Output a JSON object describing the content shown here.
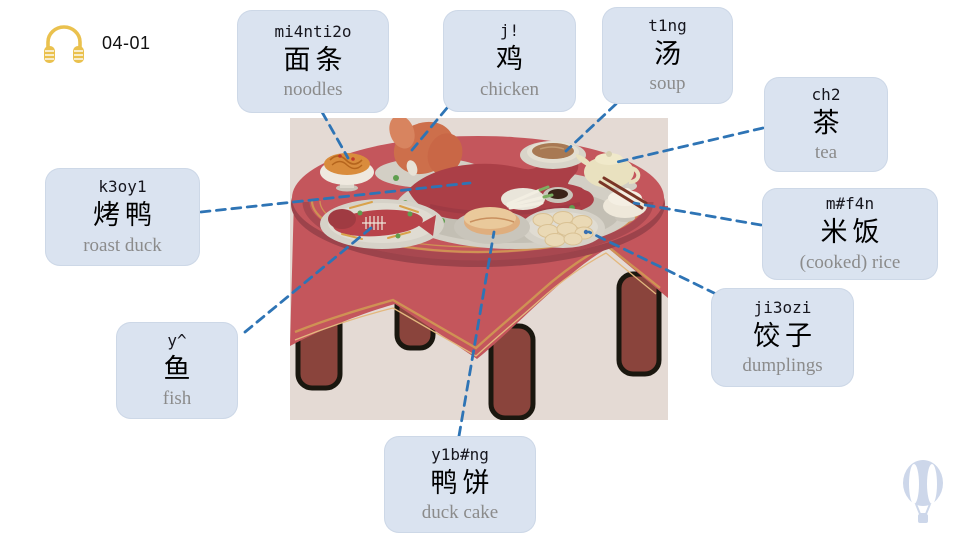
{
  "page": {
    "background": "#ffffff"
  },
  "audio": {
    "icon": "headphones-icon",
    "track_label": "04-01"
  },
  "watermark": {
    "icon": "hot-air-balloon-icon"
  },
  "colors": {
    "bubble_bg": "#dae3f0",
    "pinyin_text": "#16161e",
    "hanzi_text": "#000000",
    "english_text": "#8b8b8b",
    "connector_blue": "#2e74b5",
    "audio_icon_gold": "#eac14e",
    "watermark_blue": "#cdd7ea",
    "table_red": "#c4565c",
    "illustration_bg": "#e4dad4"
  },
  "labels": [
    {
      "id": "noodles",
      "pinyin": "mi4nti2o",
      "hanzi": "面条",
      "english": "noodles"
    },
    {
      "id": "chicken",
      "pinyin": "j!",
      "hanzi": "鸡",
      "english": "chicken"
    },
    {
      "id": "soup",
      "pinyin": "t1ng",
      "hanzi": "汤",
      "english": "soup"
    },
    {
      "id": "tea",
      "pinyin": "ch2",
      "hanzi": "茶",
      "english": "tea"
    },
    {
      "id": "roast-duck",
      "pinyin": "k3oy1",
      "hanzi": "烤鸭",
      "english": "roast duck"
    },
    {
      "id": "rice",
      "pinyin": "m#f4n",
      "hanzi": "米饭",
      "english": "(cooked) rice"
    },
    {
      "id": "dumplings",
      "pinyin": "ji3ozi",
      "hanzi": "饺子",
      "english": "dumplings"
    },
    {
      "id": "fish",
      "pinyin": "y^",
      "hanzi": "鱼",
      "english": "fish"
    },
    {
      "id": "duck-cake",
      "pinyin": "y1b#ng",
      "hanzi": "鸭饼",
      "english": "duck cake"
    }
  ],
  "illustration": {
    "description": "round banquet table with red tablecloth and Chinese dishes"
  }
}
